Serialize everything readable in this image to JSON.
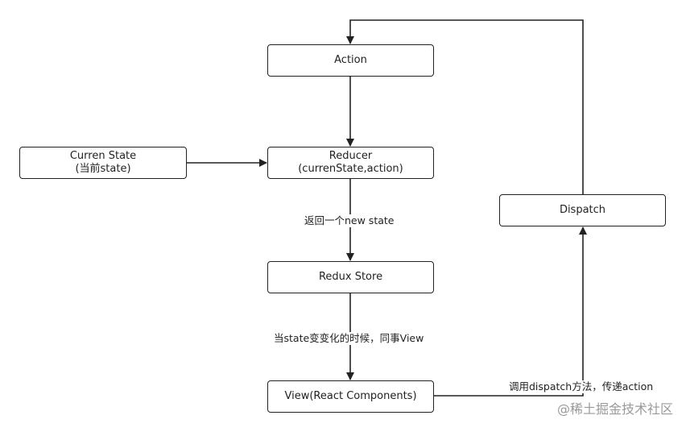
{
  "nodes": {
    "action": {
      "label": "Action"
    },
    "current_state": {
      "line1": "Curren State",
      "line2": "(当前state)"
    },
    "reducer": {
      "line1": "Reducer",
      "line2": "(currenState,action)"
    },
    "redux_store": {
      "label": "Redux Store"
    },
    "view": {
      "label": "View(React Components)"
    },
    "dispatch": {
      "label": "Dispatch"
    }
  },
  "edge_labels": {
    "reducer_to_store": "返回一个new state",
    "store_to_view": "当state变变化的时候，同事View",
    "view_to_dispatch": "调用dispatch方法，传递action"
  },
  "watermark": "@稀土掘金技术社区",
  "colors": {
    "stroke": "#222222",
    "background": "#ffffff",
    "watermark": "#9a9a9a"
  }
}
